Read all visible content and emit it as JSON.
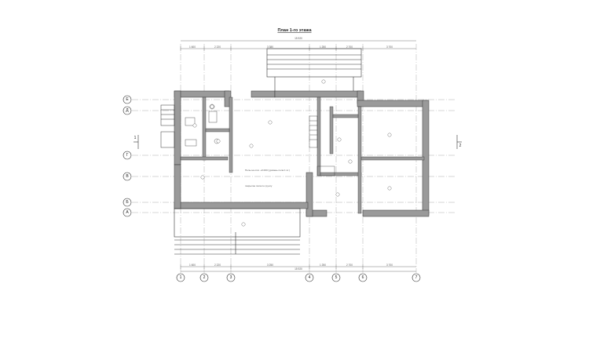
{
  "drawing": {
    "title": "План 1-го этажа",
    "overall_dimension_top": "15 920",
    "overall_dimension_bottom": "15 920",
    "top_dimensions": [
      "1 600",
      "2 220",
      "3 380",
      "1 250",
      "2 700",
      "3 700"
    ],
    "bottom_dimensions": [
      "1 600",
      "2 220",
      "3 250",
      "1 250",
      "2 700",
      "3 700"
    ],
    "vertical_axes": [
      "1",
      "2",
      "3",
      "4",
      "5",
      "6",
      "7"
    ],
    "horizontal_axes": [
      "Е",
      "Д",
      "Г",
      "В",
      "Б",
      "А"
    ],
    "section_marks": [
      "1",
      "2"
    ],
    "notes": {
      "level_note_1": "Полы на отм. +0.000 (уровень пола 1 эт.)",
      "level_note_2": "покрытие пола по грунту"
    },
    "colors": {
      "wall_fill": "#9a9a9a",
      "line": "#333333",
      "axis_line": "#888888"
    }
  }
}
